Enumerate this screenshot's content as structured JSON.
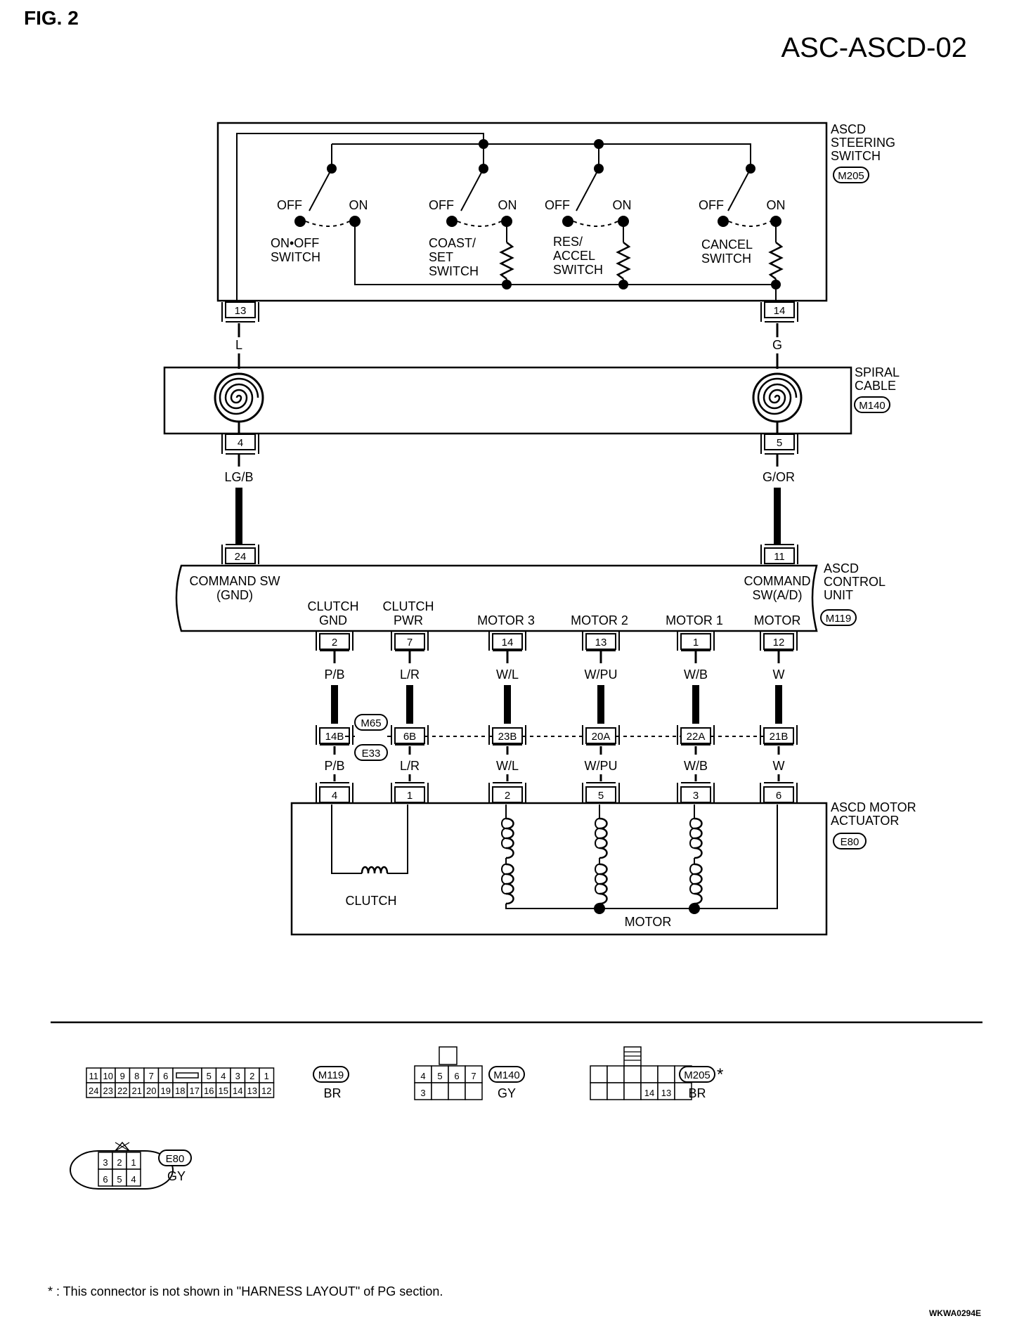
{
  "figure": {
    "label": "FIG. 2",
    "code": "ASC-ASCD-02",
    "ref": "WKWA0294E"
  },
  "steering_switch": {
    "title": [
      "ASCD",
      "STEERING",
      "SWITCH"
    ],
    "connector": "M205",
    "off": "OFF",
    "on": "ON",
    "switches": [
      {
        "lines": [
          "ON•OFF",
          "SWITCH"
        ]
      },
      {
        "lines": [
          "COAST/",
          "SET",
          "SWITCH"
        ]
      },
      {
        "lines": [
          "RES/",
          "ACCEL",
          "SWITCH"
        ]
      },
      {
        "lines": [
          "CANCEL",
          "SWITCH"
        ]
      }
    ],
    "pins": [
      "13",
      "14"
    ]
  },
  "wires_upper": {
    "left": "L",
    "right": "G"
  },
  "spiral_cable": {
    "title": [
      "SPIRAL",
      "CABLE"
    ],
    "connector": "M140",
    "pins": [
      "4",
      "5"
    ]
  },
  "wires_mid": {
    "left": "LG/B",
    "right": "G/OR"
  },
  "control_unit": {
    "title": [
      "ASCD",
      "CONTROL",
      "UNIT"
    ],
    "connector": "M119",
    "top_pins": [
      "24",
      "11"
    ],
    "command_gnd": [
      "COMMAND SW",
      "(GND)"
    ],
    "command_ad": [
      "COMMAND",
      "SW(A/D)"
    ],
    "terminals": [
      {
        "label": [
          "CLUTCH",
          "GND"
        ],
        "pin": "2",
        "wire": "P/B",
        "joint": "14B",
        "actuator_pin": "4"
      },
      {
        "label": [
          "CLUTCH",
          "PWR"
        ],
        "pin": "7",
        "wire": "L/R",
        "joint": "6B",
        "actuator_pin": "1"
      },
      {
        "label": [
          "MOTOR 3"
        ],
        "pin": "14",
        "wire": "W/L",
        "joint": "23B",
        "actuator_pin": "2"
      },
      {
        "label": [
          "MOTOR 2"
        ],
        "pin": "13",
        "wire": "W/PU",
        "joint": "20A",
        "actuator_pin": "5"
      },
      {
        "label": [
          "MOTOR 1"
        ],
        "pin": "1",
        "wire": "W/B",
        "joint": "22A",
        "actuator_pin": "3"
      },
      {
        "label": [
          "MOTOR"
        ],
        "pin": "12",
        "wire": "W",
        "joint": "21B",
        "actuator_pin": "6"
      }
    ]
  },
  "joint_connectors": {
    "upper": "M65",
    "lower": "E33"
  },
  "motor_actuator": {
    "title": [
      "ASCD MOTOR",
      "ACTUATOR"
    ],
    "connector": "E80",
    "clutch_label": "CLUTCH",
    "motor_label": "MOTOR"
  },
  "connector_views": {
    "m119": {
      "tag": "M119",
      "color": "BR",
      "top": [
        "11",
        "10",
        "9",
        "8",
        "7",
        "6",
        "",
        "5",
        "4",
        "3",
        "2",
        "1"
      ],
      "bottom": [
        "24",
        "23",
        "22",
        "21",
        "20",
        "19",
        "18",
        "17",
        "16",
        "15",
        "14",
        "13",
        "12"
      ]
    },
    "m140": {
      "tag": "M140",
      "color": "GY",
      "top": [
        "4",
        "5",
        "6",
        "7"
      ],
      "bottom": [
        "3",
        "",
        "",
        ""
      ]
    },
    "m205": {
      "tag": "M205",
      "color": "BR",
      "mark": "*",
      "bottom_pins": [
        "14",
        "13"
      ]
    },
    "e80": {
      "tag": "E80",
      "color": "GY",
      "top": [
        "3",
        "2",
        "1"
      ],
      "bottom": [
        "6",
        "5",
        "4"
      ]
    }
  },
  "footnote": "* : This connector is not shown in \"HARNESS LAYOUT\" of PG section."
}
